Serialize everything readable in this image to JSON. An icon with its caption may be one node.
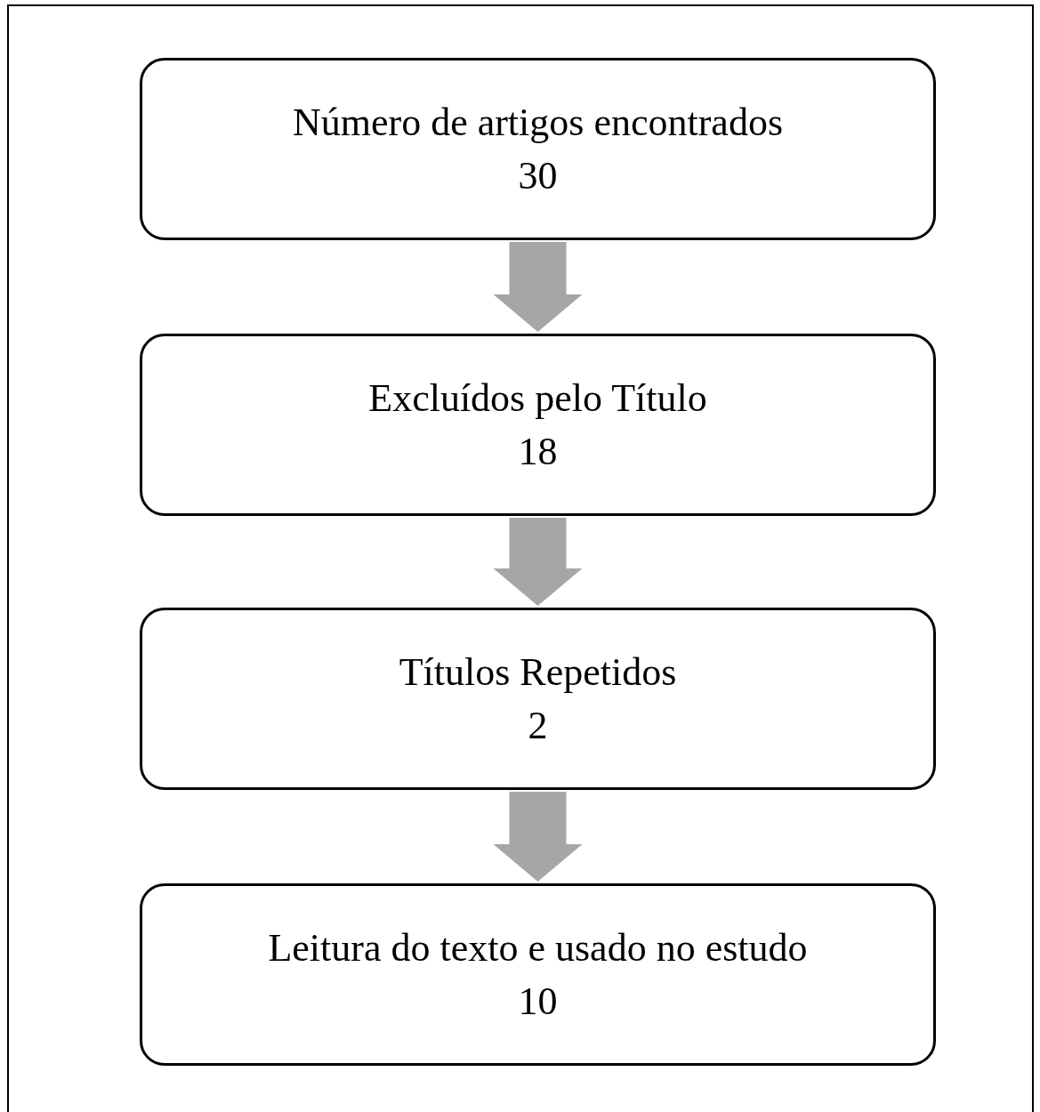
{
  "diagram": {
    "nodes": [
      {
        "text": [
          "Número de artigos encontrados",
          "30"
        ]
      },
      {
        "text": [
          "Excluídos pelo Título",
          "18"
        ]
      },
      {
        "text": [
          "Títulos Repetidos",
          "2"
        ]
      },
      {
        "text": [
          "Leitura do texto e usado no estudo",
          "10"
        ]
      }
    ],
    "edges": [
      {
        "from": 0,
        "to": 1,
        "arrow": "to",
        "color": "#a6a6a6"
      },
      {
        "from": 1,
        "to": 2,
        "arrow": "to",
        "color": "#a6a6a6"
      },
      {
        "from": 2,
        "to": 3,
        "arrow": "to",
        "color": "#a6a6a6"
      }
    ]
  }
}
